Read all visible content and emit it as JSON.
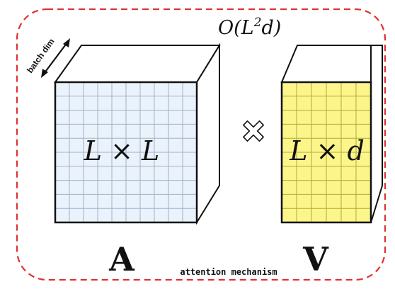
{
  "labels": {
    "complexity_prefix": "O(L",
    "complexity_sup": "2",
    "complexity_suffix": "d)",
    "batch_dim": "batch dim",
    "matrix_a_dims": "L × L",
    "matrix_v_dims": "L × d",
    "matrix_a_name": "A",
    "matrix_v_name": "V",
    "caption": "attention mechanism"
  },
  "icons": {
    "operator": "multiply-outline-icon",
    "batch_arrow": "double-headed-arrow-icon"
  },
  "colors": {
    "frame_dash": "#e03131",
    "matrix_a_fill": "#eaf2fb",
    "matrix_v_fill": "#fbf58a",
    "grid_a": "#9fb3c9",
    "grid_v": "#b0ab3a",
    "outline": "#111111"
  }
}
